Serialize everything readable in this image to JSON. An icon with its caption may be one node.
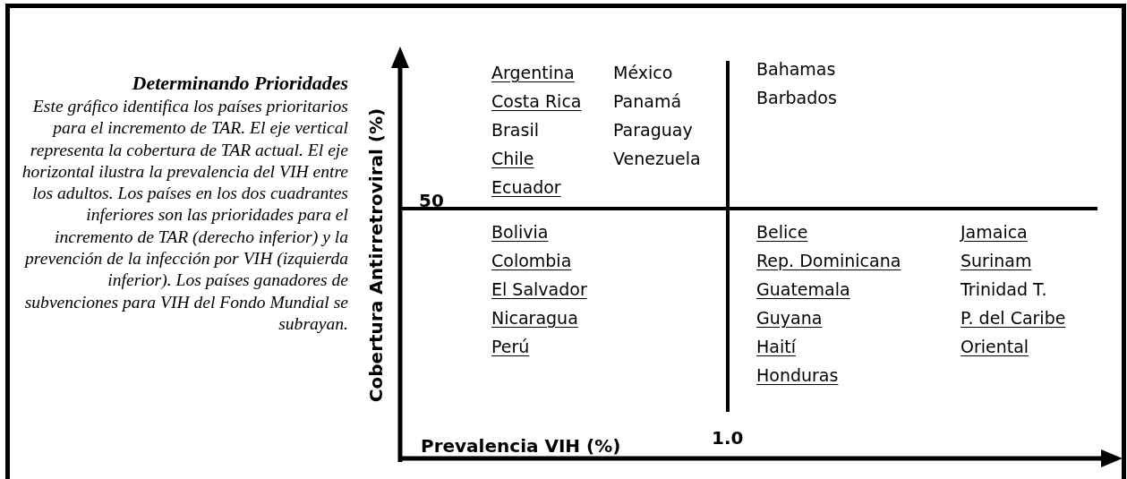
{
  "diagram": {
    "title": "Determinando Prioridades",
    "labels": [
      "Este gráfico identifica los países prioritarios para el incremento de TAR. El eje vertical representa la cobertura de TAR actual. El eje horizontal ilustra la prevalencia del VIH entre los adultos. Los países en los dos cuadrantes inferiores son las prioridades para el incremento de TAR (derecho inferior) y la prevención de la infección por VIH (izquierda inferior). Los países ganadores de subvenciones para VIH del Fondo Mundial se subrayan.",
      "Cobertura Antirretroviral (%)",
      "Argentina",
      "México",
      "Bahamas",
      "Costa Rica",
      "Panamá",
      "Barbados",
      "Brasil",
      "Paraguay",
      "Chile",
      "Venezuela",
      "Ecuador",
      "50",
      "Bolivia",
      "Belice",
      "Jamaica",
      "Colombia",
      "Rep. Dominicana",
      "Surinam",
      "El Salvador",
      "Guatemala",
      "Trinidad T.",
      "Nicaragua",
      "Guyana",
      "P. del Caribe",
      "Perú",
      "Haití",
      "Oriental",
      "Honduras",
      "1.0",
      "Prevalencia VIH (%)"
    ]
  }
}
